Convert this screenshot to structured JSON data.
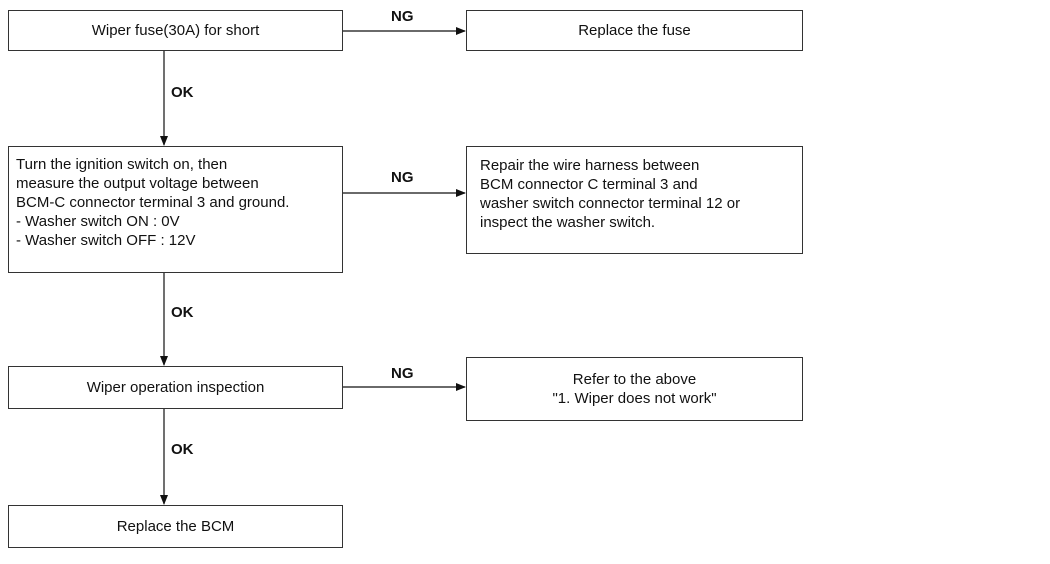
{
  "steps": {
    "fuse_check": "Wiper fuse(30A) for short",
    "voltage_check": [
      "Turn the ignition switch on, then",
      "measure the output voltage between",
      "BCM-C connector terminal 3 and ground.",
      "- Washer switch ON : 0V",
      "- Washer switch OFF : 12V"
    ],
    "wiper_inspection": "Wiper operation inspection",
    "replace_bcm": "Replace the BCM"
  },
  "actions": {
    "replace_fuse": "Replace the fuse",
    "repair_harness": [
      "Repair the wire harness between",
      "BCM connector C terminal 3 and",
      "washer switch connector terminal 12 or",
      "inspect the washer switch."
    ],
    "refer_above": [
      "Refer to the above",
      "\"1. Wiper does not work\""
    ]
  },
  "labels": {
    "ng": "NG",
    "ok": "OK"
  }
}
